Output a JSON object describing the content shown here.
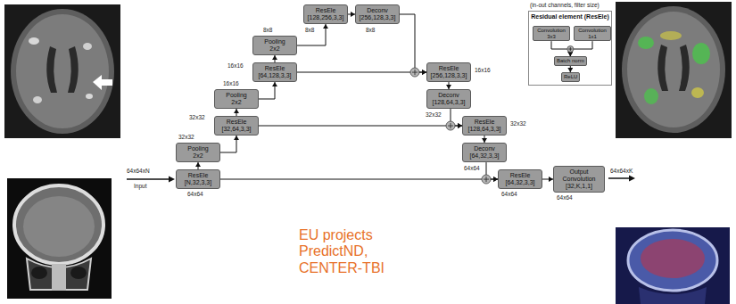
{
  "diagram": {
    "nodes": [
      {
        "text": [
          "ResEle",
          "[N,32,3,3]"
        ]
      },
      {
        "text": [
          "Pooling",
          "2x2"
        ]
      },
      {
        "text": [
          "ResEle",
          "[32,64,3,3]"
        ]
      },
      {
        "text": [
          "Pooling",
          "2x2"
        ]
      },
      {
        "text": [
          "ResEle",
          "[64,128,3,3]"
        ]
      },
      {
        "text": [
          "Pooling",
          "2x2"
        ]
      },
      {
        "text": [
          "ResEle",
          "[128,256,3,3]"
        ]
      },
      {
        "text": [
          "Deconv",
          "[256,128,3,3]"
        ]
      },
      {
        "text": [
          "ResEle",
          "[256,128,3,3]"
        ]
      },
      {
        "text": [
          "Deconv",
          "[128,64,3,3]"
        ]
      },
      {
        "text": [
          "ResEle",
          "[128,64,3,3]"
        ]
      },
      {
        "text": [
          "Deconv",
          "[64,32,3,3]"
        ]
      },
      {
        "text": [
          "ResEle",
          "[64,32,3,3]"
        ]
      },
      {
        "text": [
          "Output Convolution",
          "[32,K,1,1]"
        ]
      },
      {
        "text": [
          "Residual element (ResEle)"
        ]
      },
      {
        "text": [
          "Convolution 3x3"
        ],
        "in": 14
      },
      {
        "text": [
          "Convolution 1x1"
        ],
        "in": 14
      },
      {
        "text": [
          "Batch norm"
        ],
        "in": 14
      },
      {
        "text": [
          "ReLU"
        ],
        "in": 14
      }
    ],
    "edges": [
      {
        "from": 0,
        "to": 1,
        "arrow": "to"
      },
      {
        "from": 1,
        "to": 2,
        "arrow": "to"
      },
      {
        "from": 2,
        "to": 3,
        "arrow": "to"
      },
      {
        "from": 3,
        "to": 4,
        "arrow": "to"
      },
      {
        "from": 4,
        "to": 5,
        "arrow": "to"
      },
      {
        "from": 5,
        "to": 6,
        "arrow": "to"
      },
      {
        "from": 6,
        "to": 7,
        "arrow": "to"
      },
      {
        "from": 7,
        "to": 8,
        "arrow": "to"
      },
      {
        "from": 4,
        "to": 8,
        "arrow": "to"
      },
      {
        "from": 8,
        "to": 9,
        "arrow": "to"
      },
      {
        "from": 9,
        "to": 10,
        "arrow": "to"
      },
      {
        "from": 2,
        "to": 10,
        "arrow": "to"
      },
      {
        "from": 10,
        "to": 11,
        "arrow": "to"
      },
      {
        "from": 11,
        "to": 12,
        "arrow": "to"
      },
      {
        "from": 0,
        "to": 12,
        "arrow": "to"
      },
      {
        "from": 12,
        "to": 13,
        "arrow": "to"
      },
      {
        "from": 15,
        "to": 17,
        "arrow": "to"
      },
      {
        "from": 16,
        "to": 17,
        "arrow": "to"
      },
      {
        "from": 17,
        "to": 18,
        "arrow": "to"
      }
    ],
    "labels": [
      "64x64xN",
      "Input",
      "64x64",
      "32x32",
      "32x32",
      "16x16",
      "16x16",
      "8x8",
      "8x8",
      "8x8",
      "16x16",
      "32x32",
      "32x32",
      "64x64",
      "64x64",
      "64x64",
      "64x64xK",
      "(in-out channels, filter size)",
      "EU projects PredictND, CENTER-TBI"
    ]
  }
}
